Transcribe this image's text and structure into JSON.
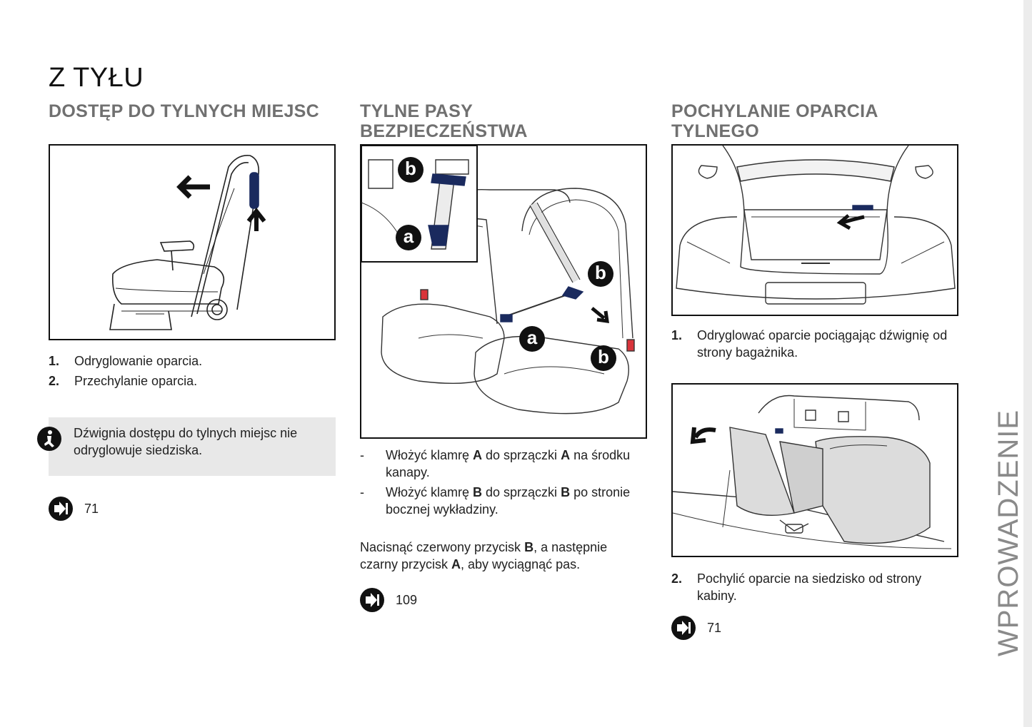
{
  "page_title": "Z TYŁU",
  "side_label": "WPROWADZENIE",
  "col1": {
    "heading": "DOSTĘP DO TYLNYCH MIEJSC",
    "steps": [
      {
        "num": "1.",
        "text": "Odryglowanie oparcia."
      },
      {
        "num": "2.",
        "text": "Przechylanie oparcia."
      }
    ],
    "info_text": "Dźwignia dostępu do tylnych miejsc nie odryglowuje siedziska.",
    "ref_page": "71"
  },
  "col2": {
    "heading_line1": "TYLNE PASY",
    "heading_line2": "BEZPIECZEŃSTWA",
    "bullets": [
      {
        "dash": "-",
        "pre": "Włożyć klamrę ",
        "b1": "A",
        "mid": " do sprzączki ",
        "b2": "A",
        "post": " na środku kanapy."
      },
      {
        "dash": "-",
        "pre": "Włożyć klamrę ",
        "b1": "B",
        "mid": " do sprzączki ",
        "b2": "B",
        "post": " po stronie bocznej wykładziny."
      }
    ],
    "para": {
      "pre": "Nacisnąć czerwony przycisk ",
      "b1": "B",
      "mid": ", a następnie czarny przycisk ",
      "b2": "A",
      "post": ", aby wyciągnąć pas."
    },
    "ref_page": "109",
    "labels": {
      "a": "a",
      "b": "b"
    }
  },
  "col3": {
    "heading_line1": "POCHYLANIE OPARCIA",
    "heading_line2": "TYLNEGO",
    "step1": {
      "num": "1.",
      "text": "Odryglować oparcie pociągając dźwignię od strony bagażnika."
    },
    "step2": {
      "num": "2.",
      "text": "Pochylić oparcie na siedzisko od strony kabiny."
    },
    "ref_page": "71"
  },
  "colors": {
    "heading_gray": "#707070",
    "accent_navy": "#1a2a5e",
    "button_red": "#d9343b",
    "info_bg": "#e8e8e8"
  },
  "icons": {
    "info": "info-person-icon",
    "ref": "next-page-arrow-icon",
    "arrow": "direction-arrow-icon"
  }
}
